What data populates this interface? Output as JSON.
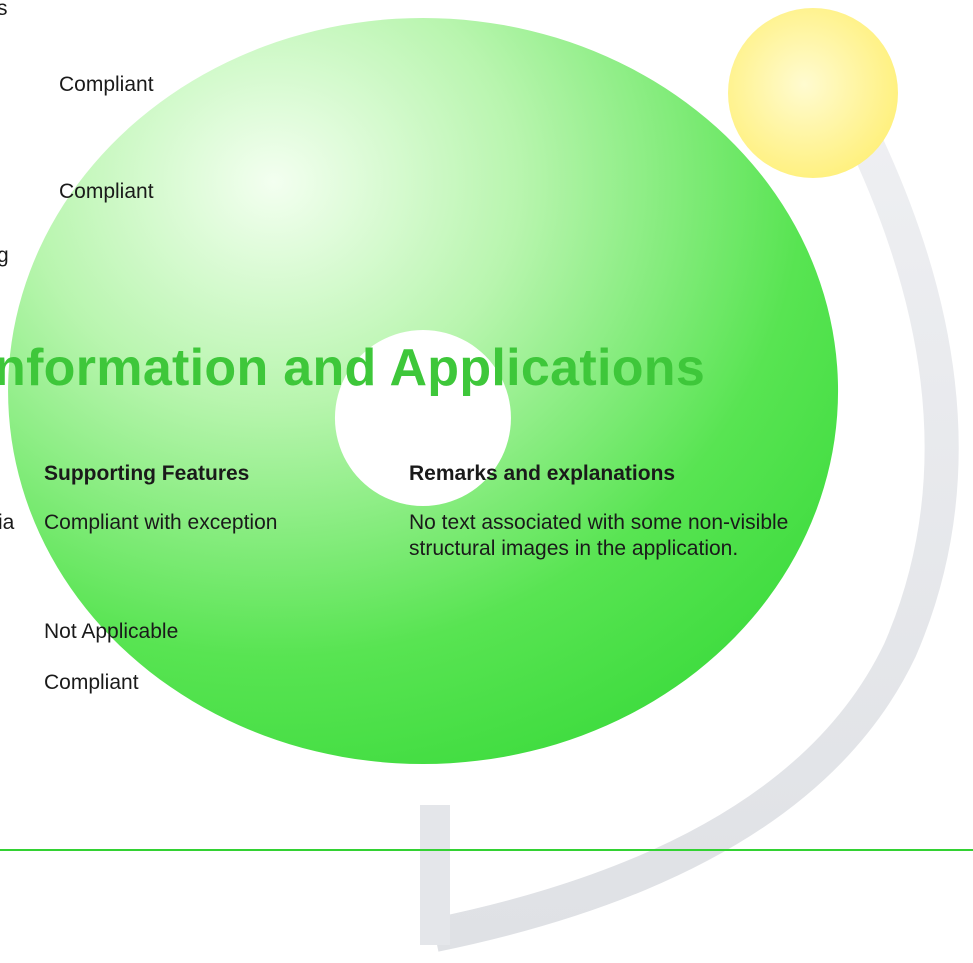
{
  "colors": {
    "heading_green": "#3ec73a",
    "rule_green": "#33d233",
    "disc_green": "#3fe03f",
    "sun_yellow": "#fff07a",
    "arc_gray": "#e4e6ea"
  },
  "top_fragments": {
    "fragment_1": "s",
    "status_1": "Compliant",
    "status_2": "Compliant",
    "fragment_2": "g"
  },
  "section": {
    "heading": "nformation and Applications",
    "columns": {
      "supporting": "Supporting Features",
      "remarks": "Remarks and explanations"
    },
    "rows": [
      {
        "criteria_fragment": "ia",
        "status": "Compliant with exception",
        "remark": "No text associated with some non-visible structural images in the application."
      },
      {
        "status": "Not Applicable"
      },
      {
        "status": "Compliant"
      }
    ]
  }
}
